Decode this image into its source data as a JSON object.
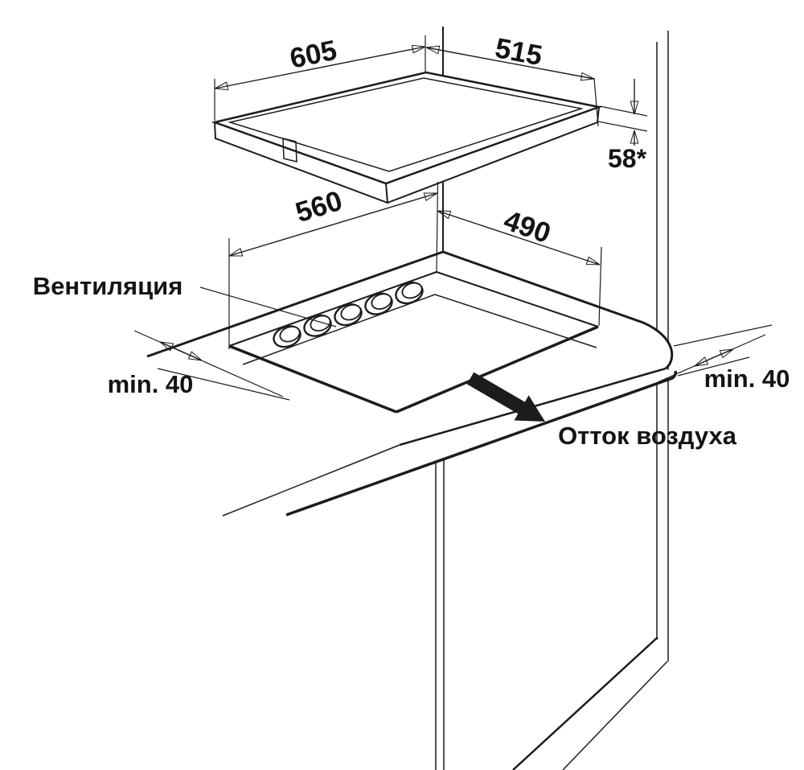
{
  "diagram": {
    "type": "cooktop-installation-drawing",
    "units": "mm",
    "dimensions": {
      "hob_width": "605",
      "hob_depth": "515",
      "hob_height": "58*",
      "cutout_width": "560",
      "cutout_depth": "490",
      "clearance_left": "min. 40",
      "clearance_right": "min. 40"
    },
    "labels": {
      "ventilation": "Вентиляция",
      "air_outflow": "Отток воздуха"
    },
    "colors": {
      "line": "#1c1c1c",
      "background": "#ffffff"
    },
    "features": {
      "ventilation_hole_count": 5
    }
  }
}
